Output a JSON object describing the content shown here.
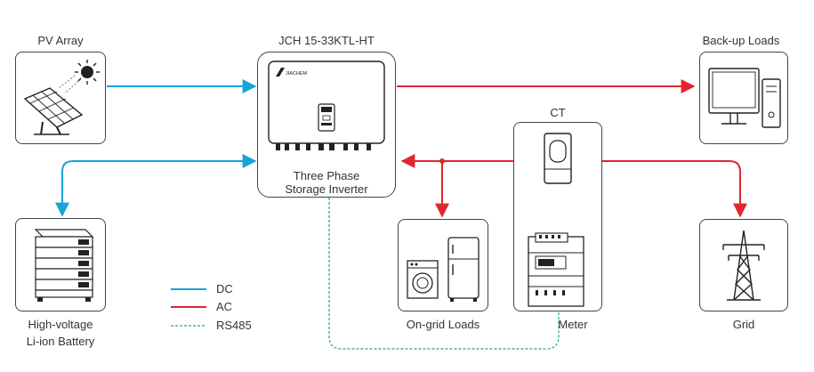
{
  "labels": {
    "pv_array": "PV Array",
    "inverter_model": "JCH 15-33KTL-HT",
    "inverter_line1": "Three Phase",
    "inverter_line2": "Storage Inverter",
    "backup_loads": "Back-up Loads",
    "ct": "CT",
    "battery_line1": "High-voltage",
    "battery_line2": "Li-ion Battery",
    "ongrid_loads": "On-grid Loads",
    "meter": "Meter",
    "grid": "Grid",
    "brand": "JIACHEM"
  },
  "legend": [
    {
      "label": "DC",
      "color": "#1aa3d9",
      "style": "solid"
    },
    {
      "label": "AC",
      "color": "#e0262e",
      "style": "solid"
    },
    {
      "label": "RS485",
      "color": "#2aa37a",
      "style": "dashed"
    }
  ],
  "colors": {
    "dc": "#1aa3d9",
    "ac": "#e0262e",
    "rs485": "#2aa37a",
    "outline": "#444444"
  }
}
